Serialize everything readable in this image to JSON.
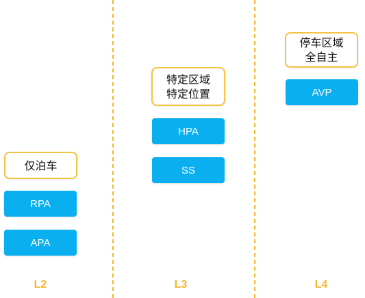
{
  "colors": {
    "divider": "#f5b731",
    "scenario_border": "#f5c242",
    "feature_fill": "#0aaff0",
    "level_text": "#f5b731"
  },
  "columns": [
    {
      "level": "L2",
      "scenario": [
        "仅泊车"
      ],
      "features": [
        "RPA",
        "APA"
      ]
    },
    {
      "level": "L3",
      "scenario": [
        "特定区域",
        "特定位置"
      ],
      "features": [
        "HPA",
        "SS"
      ]
    },
    {
      "level": "L4",
      "scenario": [
        "停车区域",
        "全自主"
      ],
      "features": [
        "AVP"
      ]
    }
  ]
}
